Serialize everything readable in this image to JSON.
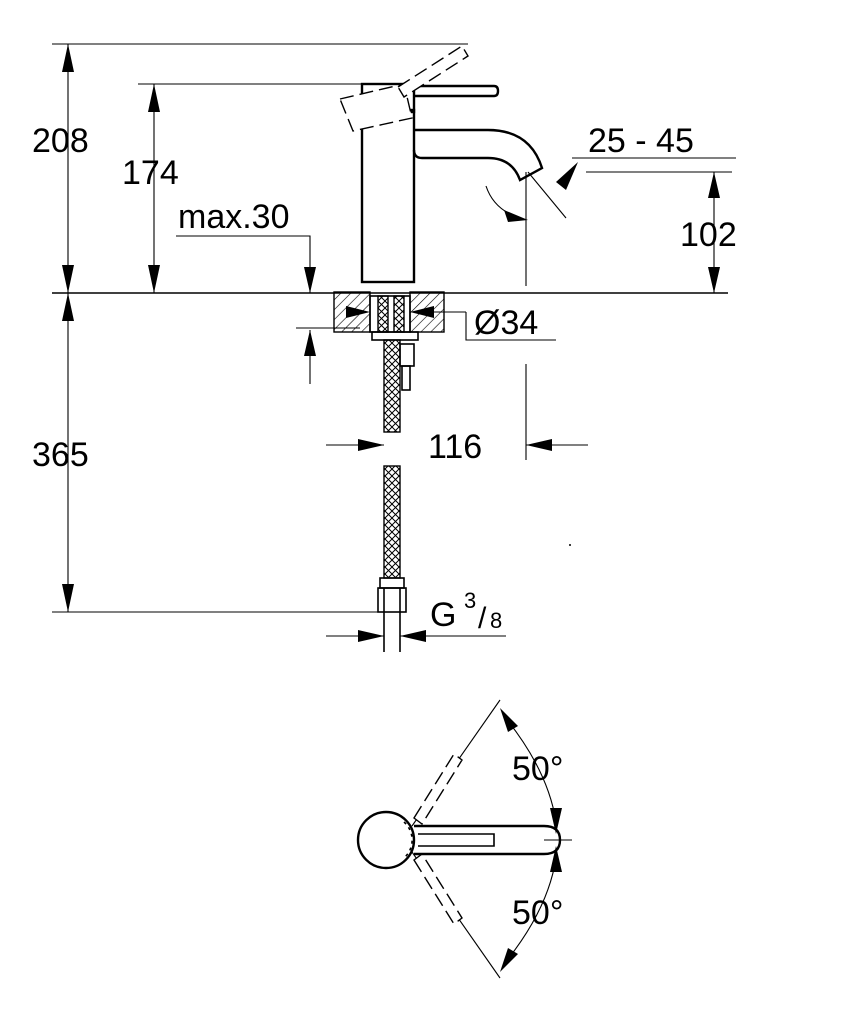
{
  "dimensions": {
    "overall_height": "208",
    "spout_height": "174",
    "max_thickness": "max.30",
    "flow_angle": "25 - 45",
    "outlet_height": "102",
    "hole_diameter": "Ø34",
    "hose_length": "365",
    "projection": "116",
    "thread_prefix": "G",
    "thread_numerator": "3",
    "thread_slash": "/",
    "thread_denominator": "8",
    "rotation_left": "50°",
    "rotation_right": "50°"
  }
}
